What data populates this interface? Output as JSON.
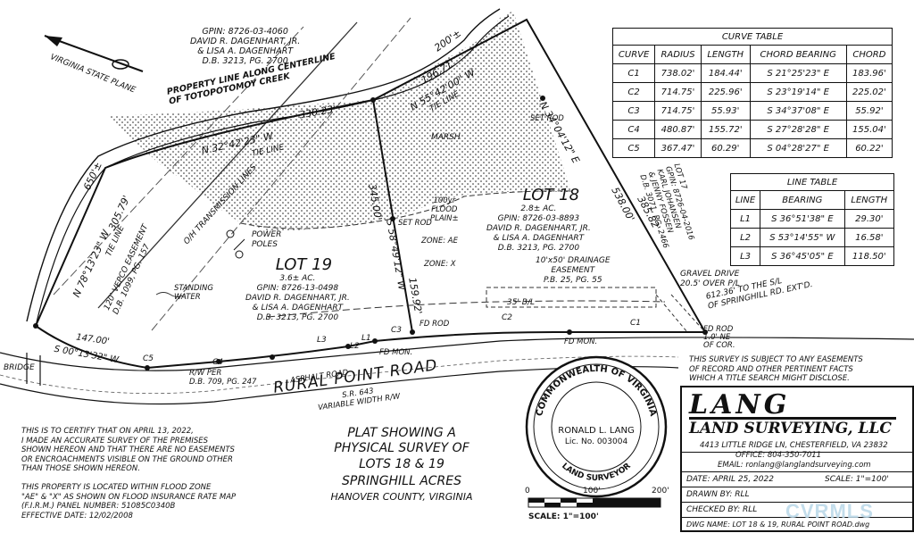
{
  "north_label": "VIRGINIA STATE PLANE",
  "owner_north": [
    "GPIN: 8726-03-4060",
    "DAVID R. DAGENHART, JR.",
    "& LISA A. DAGENHART",
    "D.B. 3213, PG. 2700"
  ],
  "creek_label": [
    "PROPERTY LINE ALONG CENTERLINE",
    "OF TOTOPOTOMOY CREEK"
  ],
  "dist_330": "330.23'",
  "dist_196": "196.71'",
  "dist_200": "200'±",
  "bearing_n55": "N 55°42'00\" W",
  "tie_line": "TIE LINE",
  "bearing_n32": "N 32°42'23\" W",
  "bearing_n34": "N 34°04'12\" E",
  "set_rod": "SET ROD",
  "marsh": "MARSH",
  "transmission": "O/H TRANSMISSION LINES",
  "dist_650": "650'±",
  "dist_305": "305.79'",
  "bearing_n78": "N 78°13'23\" W",
  "vepco": [
    "120' VEPCO EASEMENT",
    "D.B. 1099, PG. 157"
  ],
  "power_poles": [
    "POWER",
    "POLES"
  ],
  "lot19": {
    "title": "LOT 19",
    "area": "3.6± AC.",
    "gpin": "GPIN: 8726-13-0498",
    "owners": "DAVID R. DAGENHART, JR.",
    "owners2": "& LISA A. DAGENHART",
    "db": "D.B. 3213, PG. 2700"
  },
  "standing_water": [
    "STANDING",
    "WATER"
  ],
  "dist_345": "345.00'",
  "bearing_s58": "S 58°49'12\" W",
  "dist_159": "159.92'",
  "flood": [
    "100yr",
    "FLOOD",
    "PLAIN±"
  ],
  "zone_ae": "ZONE: AE",
  "zone_x": "ZONE: X",
  "lot18": {
    "title": "LOT 18",
    "area": "2.8± AC.",
    "gpin": "GPIN: 8726-03-8893",
    "owners": "DAVID R. DAGENHART, JR.",
    "owners2": "& LISA A. DAGENHART",
    "db": "D.B. 3213, PG. 2700"
  },
  "lot17": [
    "LOT 17",
    "GPIN: 8726-04-2016",
    "KARL JOHANSEN",
    "& JENNY FOSSEN",
    "D.B. 3071, PG. 2466"
  ],
  "dist_538": "538.00'",
  "dist_385": "385.82'",
  "drainage": [
    "10'x50' DRAINAGE",
    "EASEMENT",
    "P.B. 25, PG. 55"
  ],
  "gravel": [
    "GRAVEL DRIVE",
    "20.5' OVER P/L"
  ],
  "to_sl": [
    "612.36' TO THE S/L",
    "OF SPRINGHILL RD. EXT'D."
  ],
  "bl": "35' B/L",
  "fd_rod": "FD ROD",
  "fd_mon": "FD MON.",
  "fd_rod_corner": [
    "FD ROD",
    "1.0' NE",
    "OF COR."
  ],
  "curve_labels": [
    "C1",
    "C2",
    "C3",
    "C4",
    "C5"
  ],
  "line_labels": [
    "L1",
    "L2",
    "L3"
  ],
  "dist_147": "147.00'",
  "bearing_s00": "S 00°13'32\" W",
  "bridge": "BRIDGE",
  "rw_per": [
    "R/W PER",
    "D.B. 709, PG. 247"
  ],
  "asphalt": "ASPHALT ROAD",
  "road": [
    "RURAL POINT ROAD",
    "S.R. 643",
    "VARIABLE WIDTH R/W"
  ],
  "easement_note": [
    "THIS SURVEY IS SUBJECT TO ANY EASEMENTS",
    "OF RECORD AND OTHER PERTINENT FACTS",
    "WHICH A TITLE SEARCH MIGHT DISCLOSE."
  ],
  "cert_note": [
    "THIS IS TO CERTIFY THAT ON APRIL 13, 2022,",
    "I MADE AN ACCURATE SURVEY OF THE PREMISES",
    "SHOWN HEREON AND THAT THERE ARE NO EASEMENTS",
    "OR ENCROACHMENTS VISIBLE ON THE GROUND OTHER",
    "THAN THOSE SHOWN HEREON."
  ],
  "flood_note": [
    "THIS PROPERTY IS LOCATED WITHIN FLOOD ZONE",
    "\"AE\" & \"X\" AS SHOWN ON FLOOD INSURANCE RATE MAP",
    "(F.I.R.M.) PANEL NUMBER: 51085C0340B",
    "EFFECTIVE DATE: 12/02/2008"
  ],
  "title_block": [
    "PLAT SHOWING A",
    "PHYSICAL SURVEY OF",
    "LOTS 18 & 19",
    "SPRINGHILL ACRES",
    "HANOVER COUNTY, VIRGINIA"
  ],
  "seal": {
    "top": "COMMONWEALTH OF VIRGINIA",
    "name": "RONALD L. LANG",
    "lic": "Lic. No. 003004",
    "bottom": "LAND SURVEYOR"
  },
  "scale_bar": {
    "ticks": [
      "0",
      "100'",
      "200'"
    ],
    "label": "SCALE: 1\"=100'"
  },
  "curve_table": {
    "title": "CURVE TABLE",
    "headers": [
      "CURVE",
      "RADIUS",
      "LENGTH",
      "CHORD BEARING",
      "CHORD"
    ],
    "rows": [
      [
        "C1",
        "738.02'",
        "184.44'",
        "S 21°25'23\" E",
        "183.96'"
      ],
      [
        "C2",
        "714.75'",
        "225.96'",
        "S 23°19'14\" E",
        "225.02'"
      ],
      [
        "C3",
        "714.75'",
        "55.93'",
        "S 34°37'08\" E",
        "55.92'"
      ],
      [
        "C4",
        "480.87'",
        "155.72'",
        "S 27°28'28\" E",
        "155.04'"
      ],
      [
        "C5",
        "367.47'",
        "60.29'",
        "S 04°28'27\" E",
        "60.22'"
      ]
    ]
  },
  "line_table": {
    "title": "LINE TABLE",
    "headers": [
      "LINE",
      "BEARING",
      "LENGTH"
    ],
    "rows": [
      [
        "L1",
        "S 36°51'38\" E",
        "29.30'"
      ],
      [
        "L2",
        "S 53°14'55\" W",
        "16.58'"
      ],
      [
        "L3",
        "S 36°45'05\" E",
        "118.50'"
      ]
    ]
  },
  "company": {
    "logo": "LANG",
    "name": "LAND SURVEYING, LLC",
    "address": "4413 LITTLE RIDGE LN, CHESTERFIELD, VA 23832",
    "office": "OFFICE: 804-350-7011",
    "email": "EMAIL: ronlang@langlandsurveying.com",
    "date": "DATE: APRIL 25, 2022",
    "scale": "SCALE: 1\"=100'",
    "drawn": "DRAWN BY:  RLL",
    "checked": "CHECKED BY:  RLL",
    "dwg": "DWG NAME:  LOT 18 & 19, RURAL POINT ROAD.dwg"
  },
  "watermark": "CVRMLS"
}
